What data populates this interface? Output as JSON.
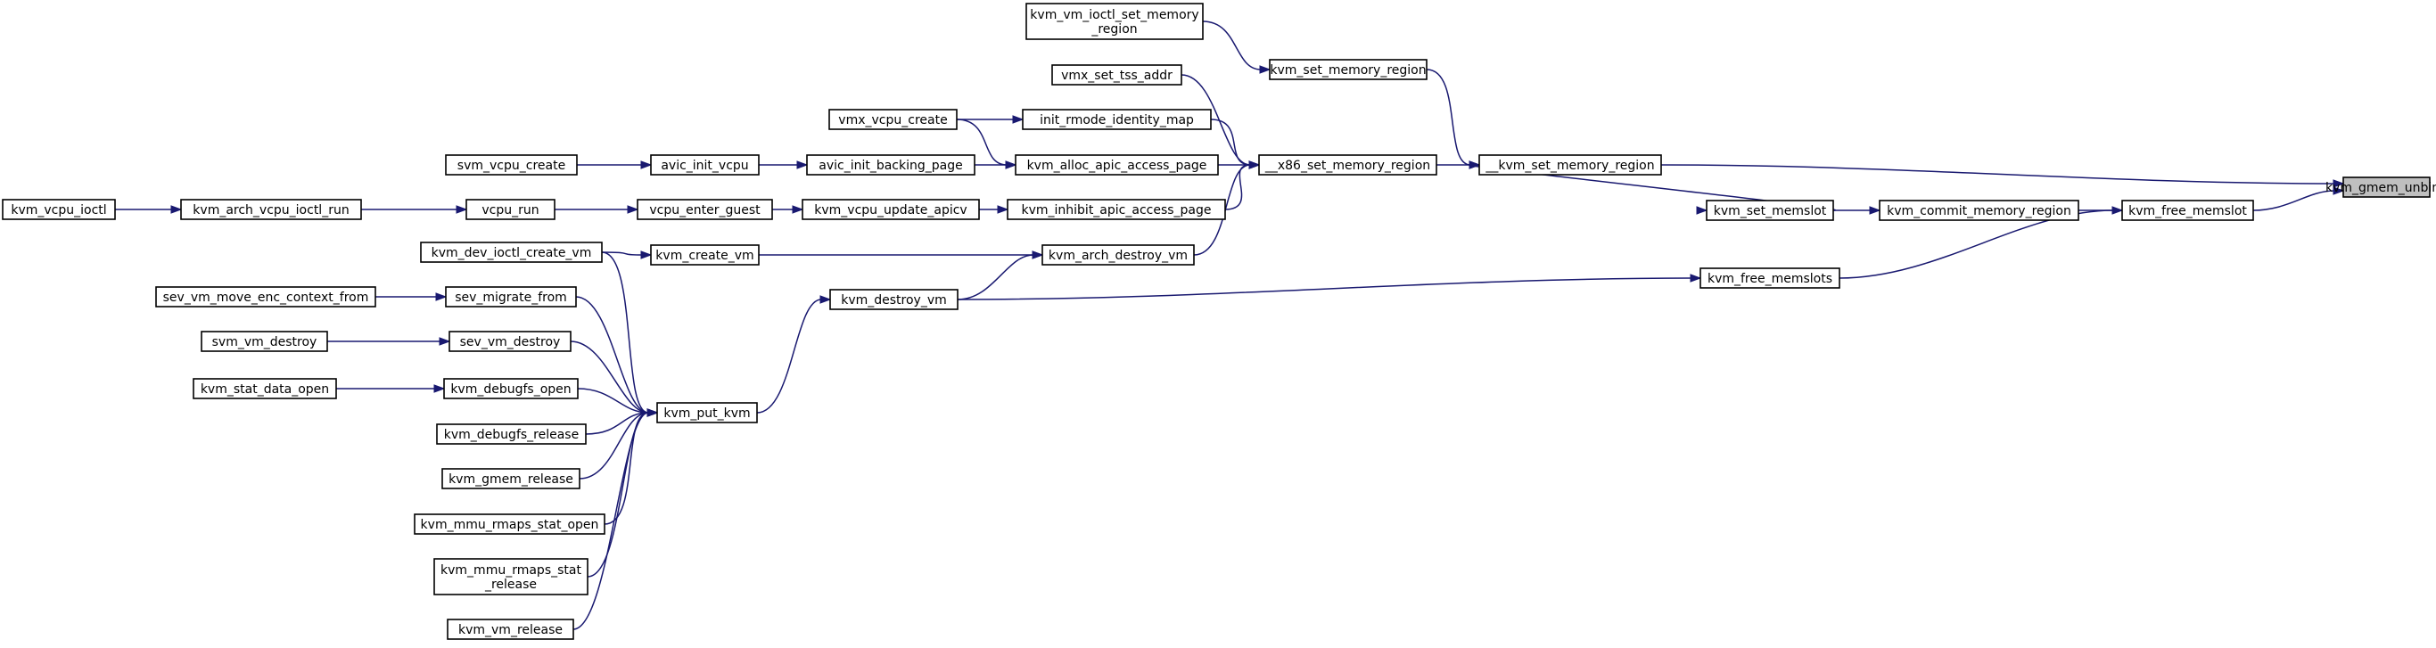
{
  "graph": {
    "colors": {
      "edge": "#191970",
      "node_border": "#000000",
      "node_fill": "#ffffff",
      "focus_fill": "#bfbfbf"
    },
    "nodes": [
      {
        "id": "kvm_gmem_unbind",
        "lines": [
          "kvm_gmem_unbind"
        ],
        "focus": true
      },
      {
        "id": "__kvm_set_memory_region",
        "lines": [
          "__kvm_set_memory_region"
        ]
      },
      {
        "id": "kvm_free_memslot",
        "lines": [
          "kvm_free_memslot"
        ]
      },
      {
        "id": "__x86_set_memory_region",
        "lines": [
          "__x86_set_memory_region"
        ]
      },
      {
        "id": "kvm_set_memory_region",
        "lines": [
          "kvm_set_memory_region"
        ]
      },
      {
        "id": "kvm_vm_ioctl_set_memory_region",
        "lines": [
          "kvm_vm_ioctl_set_memory",
          "_region"
        ]
      },
      {
        "id": "kvm_set_memslot",
        "lines": [
          "kvm_set_memslot"
        ]
      },
      {
        "id": "kvm_commit_memory_region",
        "lines": [
          "kvm_commit_memory_region"
        ]
      },
      {
        "id": "kvm_free_memslots",
        "lines": [
          "kvm_free_memslots"
        ]
      },
      {
        "id": "vmx_set_tss_addr",
        "lines": [
          "vmx_set_tss_addr"
        ]
      },
      {
        "id": "init_rmode_identity_map",
        "lines": [
          "init_rmode_identity_map"
        ]
      },
      {
        "id": "vmx_vcpu_create",
        "lines": [
          "vmx_vcpu_create"
        ]
      },
      {
        "id": "kvm_alloc_apic_access_page",
        "lines": [
          "kvm_alloc_apic_access_page"
        ]
      },
      {
        "id": "avic_init_backing_page",
        "lines": [
          "avic_init_backing_page"
        ]
      },
      {
        "id": "avic_init_vcpu",
        "lines": [
          "avic_init_vcpu"
        ]
      },
      {
        "id": "svm_vcpu_create",
        "lines": [
          "svm_vcpu_create"
        ]
      },
      {
        "id": "kvm_inhibit_apic_access_page",
        "lines": [
          "kvm_inhibit_apic_access_page"
        ]
      },
      {
        "id": "kvm_vcpu_update_apicv",
        "lines": [
          "kvm_vcpu_update_apicv"
        ]
      },
      {
        "id": "vcpu_enter_guest",
        "lines": [
          "vcpu_enter_guest"
        ]
      },
      {
        "id": "vcpu_run",
        "lines": [
          "vcpu_run"
        ]
      },
      {
        "id": "kvm_arch_vcpu_ioctl_run",
        "lines": [
          "kvm_arch_vcpu_ioctl_run"
        ]
      },
      {
        "id": "kvm_vcpu_ioctl",
        "lines": [
          "kvm_vcpu_ioctl"
        ]
      },
      {
        "id": "kvm_arch_destroy_vm",
        "lines": [
          "kvm_arch_destroy_vm"
        ]
      },
      {
        "id": "kvm_create_vm",
        "lines": [
          "kvm_create_vm"
        ]
      },
      {
        "id": "kvm_dev_ioctl_create_vm",
        "lines": [
          "kvm_dev_ioctl_create_vm"
        ]
      },
      {
        "id": "kvm_destroy_vm",
        "lines": [
          "kvm_destroy_vm"
        ]
      },
      {
        "id": "kvm_put_kvm",
        "lines": [
          "kvm_put_kvm"
        ]
      },
      {
        "id": "sev_migrate_from",
        "lines": [
          "sev_migrate_from"
        ]
      },
      {
        "id": "sev_vm_move_enc_context_from",
        "lines": [
          "sev_vm_move_enc_context_from"
        ]
      },
      {
        "id": "sev_vm_destroy",
        "lines": [
          "sev_vm_destroy"
        ]
      },
      {
        "id": "svm_vm_destroy",
        "lines": [
          "svm_vm_destroy"
        ]
      },
      {
        "id": "kvm_debugfs_open",
        "lines": [
          "kvm_debugfs_open"
        ]
      },
      {
        "id": "kvm_stat_data_open",
        "lines": [
          "kvm_stat_data_open"
        ]
      },
      {
        "id": "kvm_debugfs_release",
        "lines": [
          "kvm_debugfs_release"
        ]
      },
      {
        "id": "kvm_gmem_release",
        "lines": [
          "kvm_gmem_release"
        ]
      },
      {
        "id": "kvm_mmu_rmaps_stat_open",
        "lines": [
          "kvm_mmu_rmaps_stat_open"
        ]
      },
      {
        "id": "kvm_mmu_rmaps_stat_release",
        "lines": [
          "kvm_mmu_rmaps_stat",
          "_release"
        ]
      },
      {
        "id": "kvm_vm_release",
        "lines": [
          "kvm_vm_release"
        ]
      }
    ],
    "edges": [
      {
        "from": "__kvm_set_memory_region",
        "to": "kvm_gmem_unbind"
      },
      {
        "from": "kvm_free_memslot",
        "to": "kvm_gmem_unbind"
      },
      {
        "from": "__x86_set_memory_region",
        "to": "__kvm_set_memory_region"
      },
      {
        "from": "kvm_set_memory_region",
        "to": "__kvm_set_memory_region"
      },
      {
        "from": "kvm_vm_ioctl_set_memory_region",
        "to": "kvm_set_memory_region"
      },
      {
        "from": "kvm_set_memslot",
        "to": "__kvm_set_memory_region"
      },
      {
        "from": "kvm_commit_memory_region",
        "to": "kvm_set_memslot"
      },
      {
        "from": "kvm_free_memslot",
        "to": "kvm_commit_memory_region"
      },
      {
        "from": "kvm_free_memslots",
        "to": "kvm_free_memslot"
      },
      {
        "from": "kvm_destroy_vm",
        "to": "kvm_free_memslots"
      },
      {
        "from": "vmx_set_tss_addr",
        "to": "__x86_set_memory_region"
      },
      {
        "from": "init_rmode_identity_map",
        "to": "__x86_set_memory_region"
      },
      {
        "from": "vmx_vcpu_create",
        "to": "init_rmode_identity_map"
      },
      {
        "from": "kvm_alloc_apic_access_page",
        "to": "__x86_set_memory_region"
      },
      {
        "from": "vmx_vcpu_create",
        "to": "kvm_alloc_apic_access_page"
      },
      {
        "from": "avic_init_backing_page",
        "to": "kvm_alloc_apic_access_page"
      },
      {
        "from": "avic_init_vcpu",
        "to": "avic_init_backing_page"
      },
      {
        "from": "svm_vcpu_create",
        "to": "avic_init_vcpu"
      },
      {
        "from": "kvm_inhibit_apic_access_page",
        "to": "__x86_set_memory_region"
      },
      {
        "from": "kvm_vcpu_update_apicv",
        "to": "kvm_inhibit_apic_access_page"
      },
      {
        "from": "vcpu_enter_guest",
        "to": "kvm_vcpu_update_apicv"
      },
      {
        "from": "vcpu_run",
        "to": "vcpu_enter_guest"
      },
      {
        "from": "kvm_arch_vcpu_ioctl_run",
        "to": "vcpu_run"
      },
      {
        "from": "kvm_vcpu_ioctl",
        "to": "kvm_arch_vcpu_ioctl_run"
      },
      {
        "from": "kvm_arch_destroy_vm",
        "to": "__x86_set_memory_region"
      },
      {
        "from": "kvm_create_vm",
        "to": "kvm_arch_destroy_vm"
      },
      {
        "from": "kvm_dev_ioctl_create_vm",
        "to": "kvm_create_vm"
      },
      {
        "from": "kvm_destroy_vm",
        "to": "kvm_arch_destroy_vm"
      },
      {
        "from": "kvm_put_kvm",
        "to": "kvm_destroy_vm"
      },
      {
        "from": "kvm_dev_ioctl_create_vm",
        "to": "kvm_put_kvm"
      },
      {
        "from": "sev_vm_move_enc_context_from",
        "to": "sev_migrate_from"
      },
      {
        "from": "sev_migrate_from",
        "to": "kvm_put_kvm"
      },
      {
        "from": "svm_vm_destroy",
        "to": "sev_vm_destroy"
      },
      {
        "from": "sev_vm_destroy",
        "to": "kvm_put_kvm"
      },
      {
        "from": "kvm_stat_data_open",
        "to": "kvm_debugfs_open"
      },
      {
        "from": "kvm_debugfs_open",
        "to": "kvm_put_kvm"
      },
      {
        "from": "kvm_debugfs_release",
        "to": "kvm_put_kvm"
      },
      {
        "from": "kvm_gmem_release",
        "to": "kvm_put_kvm"
      },
      {
        "from": "kvm_mmu_rmaps_stat_open",
        "to": "kvm_put_kvm"
      },
      {
        "from": "kvm_mmu_rmaps_stat_release",
        "to": "kvm_put_kvm"
      },
      {
        "from": "kvm_vm_release",
        "to": "kvm_put_kvm"
      }
    ]
  }
}
